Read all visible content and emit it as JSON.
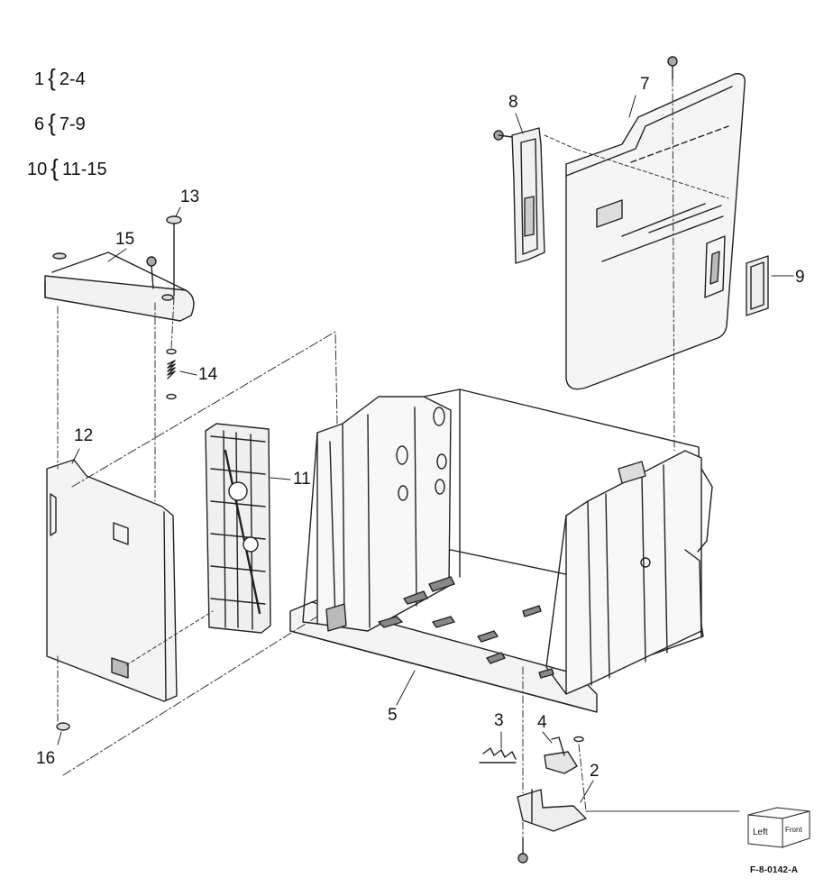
{
  "legend": [
    {
      "parent": "1",
      "range": "2-4"
    },
    {
      "parent": "6",
      "range": "7-9"
    },
    {
      "parent": "10",
      "range": "11-15"
    }
  ],
  "callouts": {
    "c2": "2",
    "c3": "3",
    "c4": "4",
    "c5": "5",
    "c7": "7",
    "c8": "8",
    "c9": "9",
    "c11": "11",
    "c12": "12",
    "c13": "13",
    "c14": "14",
    "c15": "15",
    "c16": "16"
  },
  "orientation_cube": {
    "left": "Left",
    "front": "Front"
  },
  "figure_id": "F-8-0142-A"
}
